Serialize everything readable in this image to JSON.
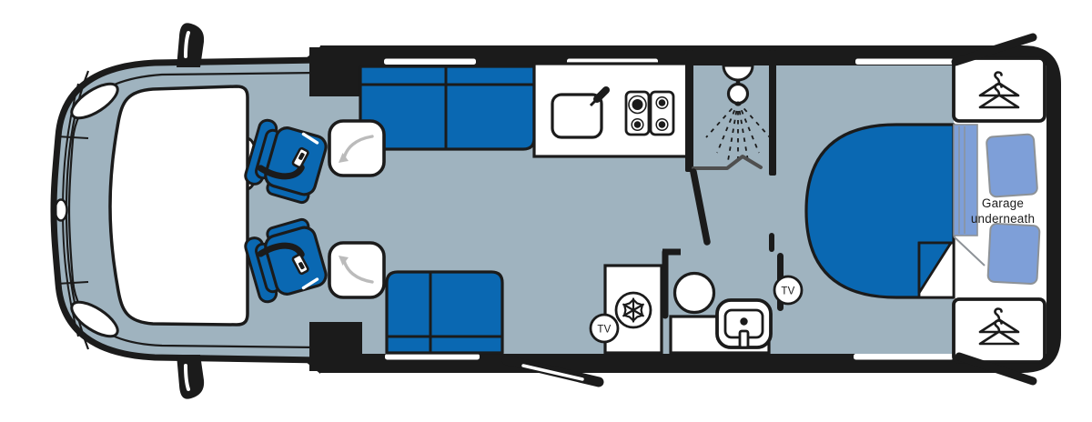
{
  "floorplan": {
    "labels": {
      "garage": {
        "line1": "Garage",
        "line2": "underneath"
      },
      "tv_lounge": "TV",
      "tv_bedroom": "TV"
    },
    "colors": {
      "background": "#FFFFFF",
      "outline": "#1B1B1B",
      "floor": "#9FB3BF",
      "upholstery": "#0A68B2",
      "bedding": "#7E9FD8",
      "sketch": "#8D9297",
      "arrow": "#BBBBBB",
      "door_gray": "#4F4F4F"
    },
    "icons": [
      {
        "name": "hanger-icon",
        "depicts": "double coat hanger (wardrobe)"
      },
      {
        "name": "snowflake-icon",
        "depicts": "fridge"
      },
      {
        "name": "shower-head-icon",
        "depicts": "shower with spray"
      },
      {
        "name": "sink-icon",
        "depicts": "kitchen sink with tap"
      },
      {
        "name": "hob-icon",
        "depicts": "4-burner gas hob"
      },
      {
        "name": "swivel-arrow-icon",
        "depicts": "swivelling cab seat"
      },
      {
        "name": "seatbelt-icon",
        "depicts": "belted cab seat"
      },
      {
        "name": "toilet-icon",
        "depicts": "toilet"
      },
      {
        "name": "basin-icon",
        "depicts": "washroom basin"
      },
      {
        "name": "tv-point-icon",
        "depicts": "TV point"
      }
    ]
  }
}
